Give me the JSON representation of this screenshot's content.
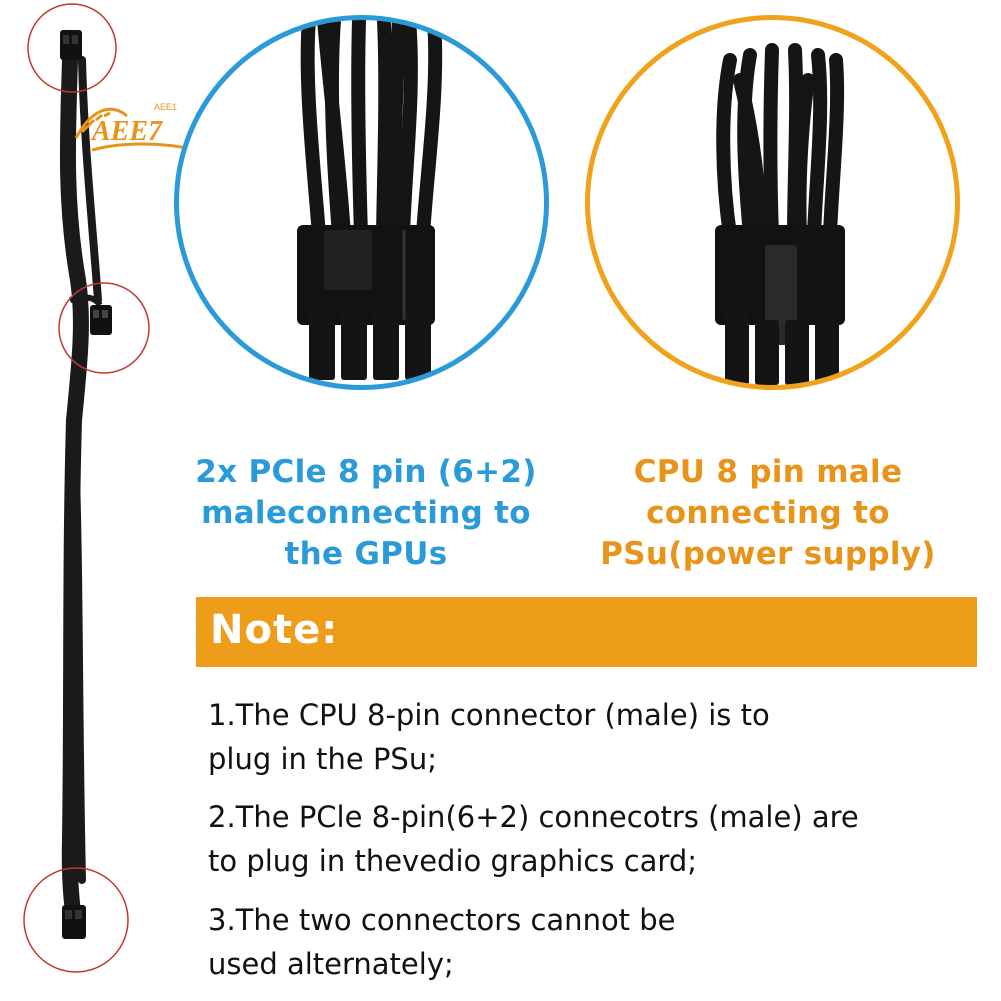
{
  "logo": {
    "text": "AEE7",
    "small_text": "AEE1",
    "color": "#e8941a"
  },
  "gpu_caption": {
    "lines": [
      "2x PCle 8 pin (6+2)",
      "maleconnecting to",
      "the GPUs"
    ],
    "color": "#2a9ad8"
  },
  "cpu_caption": {
    "lines": [
      "CPU 8 pin male",
      "connecting to",
      "PSu(power supply)"
    ],
    "color": "#e8941a"
  },
  "note": {
    "title": "Note:",
    "bar_color": "#ee9d1b",
    "items": [
      {
        "lines": [
          "1.The CPU 8-pin connector (male) is to",
          "plug in the PSu;"
        ]
      },
      {
        "lines": [
          "2.The PCle 8-pin(6+2) connecotrs (male) are",
          "to plug in thevedio graphics card;"
        ]
      },
      {
        "lines": [
          "3.The two connectors cannot be",
          "used alternately;"
        ]
      }
    ]
  },
  "colors": {
    "callout_red": "#c0392b",
    "cable": "#1a1a1a",
    "gpu_ring": "#2a9ad8",
    "cpu_ring": "#f0a21b"
  }
}
